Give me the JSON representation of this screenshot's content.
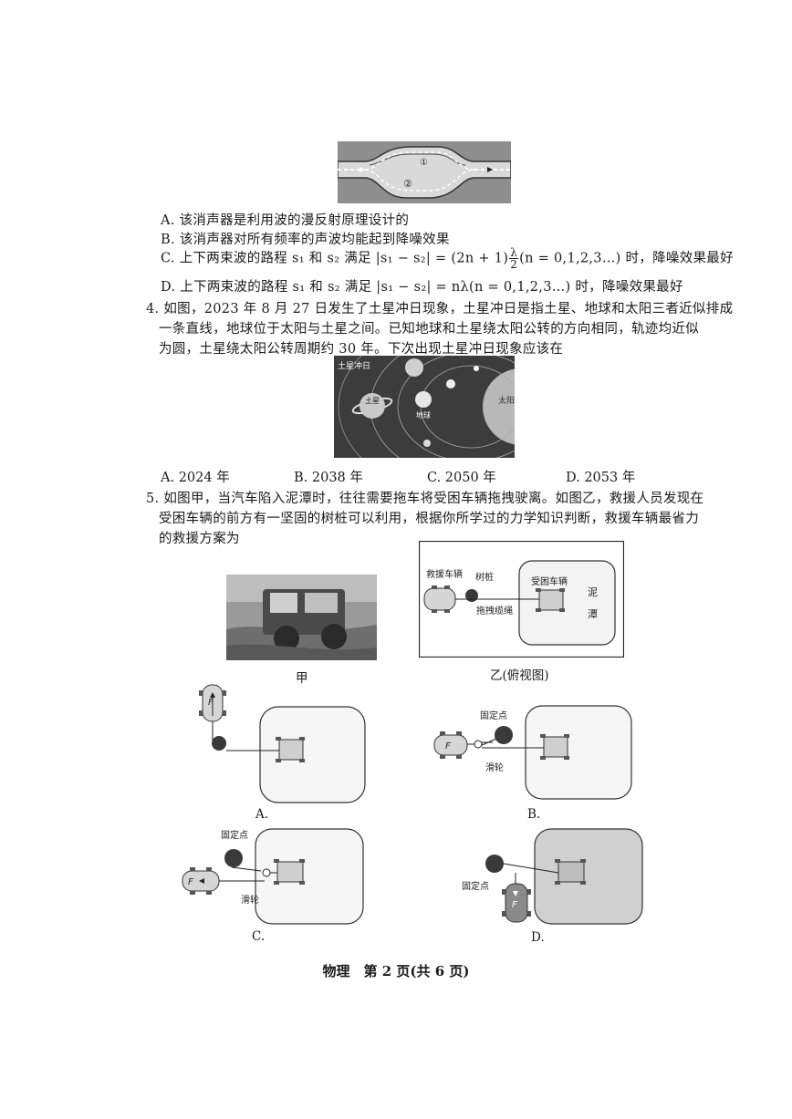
{
  "fig_muffler": {
    "label_1": "①",
    "label_2": "②"
  },
  "q3_options": {
    "a": "A. 该消声器是利用波的漫反射原理设计的",
    "b": "B. 该消声器对所有频率的声波均能起到降噪效果",
    "c_prefix": "C. 上下两束波的路程 s₁ 和 s₂ 满足 |s₁ − s₂| = (2n + 1)",
    "c_frac_num": "λ",
    "c_frac_den": "2",
    "c_suffix": "(n = 0,1,2,3…) 时，降噪效果最好",
    "d": "D. 上下两束波的路程 s₁ 和 s₂ 满足 |s₁ − s₂| = nλ(n = 0,1,2,3…) 时，降噪效果最好"
  },
  "q4": {
    "line1": "4. 如图，2023 年 8 月 27 日发生了土星冲日现象，土星冲日是指土星、地球和太阳三者近似排成",
    "line2": "一条直线，地球位于太阳与土星之间。已知地球和土星绕太阳公转的方向相同，轨迹均近似",
    "line3": "为圆，土星绕太阳公转周期约 30 年。下次出现土星冲日现象应该在",
    "fig_title": "土星冲日",
    "fig_saturn": "土星",
    "fig_earth": "地球",
    "fig_sun": "太阳",
    "options": [
      "A. 2024 年",
      "B. 2038 年",
      "C. 2050 年",
      "D. 2053 年"
    ]
  },
  "q5": {
    "line1": "5. 如图甲，当汽车陷入泥潭时，往往需要拖车将受困车辆拖拽驶离。如图乙，救援人员发现在",
    "line2": "受困车辆的前方有一坚固的树桩可以利用，根据你所学过的力学知识判断，救援车辆最省力",
    "line3": "的救援方案为",
    "caption_jia": "甲",
    "caption_yi": "乙(俯视图)",
    "fig_yi": {
      "rescue_vehicle": "救援车辆",
      "stump": "树桩",
      "trapped_vehicle": "受困车辆",
      "rope": "拖拽缆绳",
      "mud_1": "泥",
      "mud_2": "潭"
    },
    "force_label": "F",
    "fixed_point": "固定点",
    "pulley": "滑轮",
    "labels": [
      "A.",
      "B.",
      "C.",
      "D."
    ]
  },
  "footer": "物理　第 2 页(共 6 页)"
}
